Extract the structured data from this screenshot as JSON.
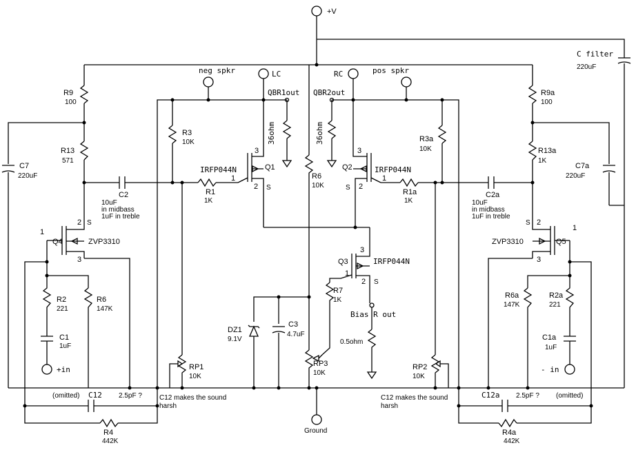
{
  "labels": {
    "vplus": "+V",
    "ground": "Ground",
    "neg_spkr": "neg spkr",
    "pos_spkr": "pos spkr",
    "lc": "LC",
    "rc": "RC",
    "qbr1out": "QBR1out",
    "qbr2out": "QBR2out",
    "c_filter": "C filter",
    "c_filter_val": "220uF",
    "r9": "R9",
    "r9_val": "100",
    "r9a": "R9a",
    "r9a_val": "100",
    "r13": "R13",
    "r13_val": "571",
    "r13a": "R13a",
    "r13a_val": "1K",
    "c7": "C7",
    "c7_val": "220uF",
    "c7a": "C7a",
    "c7a_val": "220uF",
    "r3": "R3",
    "r3_val": "10K",
    "r3a": "R3a",
    "r3a_val": "10K",
    "r36l": "36ohm",
    "r36r": "36ohm",
    "q1_part": "IRFP044N",
    "q1": "Q1",
    "q2_part": "IRFP044N",
    "q2": "Q2",
    "q3_part": "IRFP044N",
    "q3": "Q3",
    "r1": "R1",
    "r1_val": "1K",
    "r1a": "R1a",
    "r1a_val": "1K",
    "r6c": "R6",
    "r6c_val": "10K",
    "c2": "C2",
    "c2_note1": "10uF",
    "c2_note2": "in midbass",
    "c2_note3": "1uF in treble",
    "c2a": "C2a",
    "c2a_note1": "10uF",
    "c2a_note2": "in midbass",
    "c2a_note3": "1uF in treble",
    "q4": "Q4",
    "q4_part": "ZVP3310",
    "q5": "Q5",
    "q5_part": "ZVP3310",
    "r2": "R2",
    "r2_val": "221",
    "r2a": "R2a",
    "r2a_val": "221",
    "r6l": "R6",
    "r6l_val": "147K",
    "r6a": "R6a",
    "r6a_val": "147K",
    "c1": "C1",
    "c1_val": "1uF",
    "c1a": "C1a",
    "c1a_val": "1uF",
    "in_pos": "+in",
    "in_neg": "- in",
    "r7": "R7",
    "r7_val": "1K",
    "bias_r_out": "Bias R out",
    "bias_r_val": "0.5ohm",
    "dz1": "DZ1",
    "dz1_val": "9.1V",
    "c3": "C3",
    "c3_val": "4.7uF",
    "rp1": "RP1",
    "rp1_val": "10K",
    "rp2": "RP2",
    "rp2_val": "10K",
    "rp3": "RP3",
    "rp3_val": "10K",
    "omitted_l": "(omitted)",
    "omitted_r": "(omitted)",
    "c12": "C12",
    "c12_val": "2.5pF ?",
    "c12a": "C12a",
    "c12a_val": "2.5pF ?",
    "c12_note1": "C12 makes the sound",
    "c12_note2": "harsh",
    "c12a_note1": "C12 makes the sound",
    "c12a_note2": "harsh",
    "r4": "R4",
    "r4_val": "442K",
    "r4a": "R4a",
    "r4a_val": "442K",
    "pin_s": "S",
    "pin_1": "1",
    "pin_2": "2",
    "pin_3": "3"
  }
}
